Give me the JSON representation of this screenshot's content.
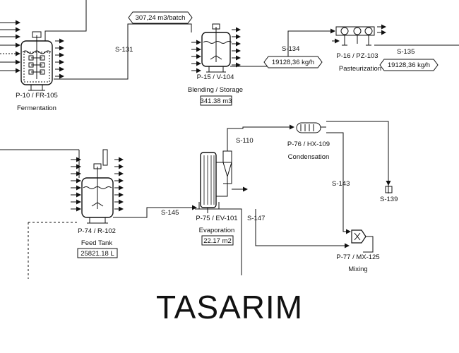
{
  "title": "TASARIM",
  "units": [
    {
      "id": "fr105",
      "label": "P-10 / FR-105",
      "name": "Fermentation"
    },
    {
      "id": "v104",
      "label": "P-15 / V-104",
      "name": "Blending / Storage",
      "size": "341.38 m3"
    },
    {
      "id": "pz103",
      "label": "P-16 / PZ-103",
      "name": "Pasteurization"
    },
    {
      "id": "r102",
      "label": "P-74 / R-102",
      "name": "Feed Tank",
      "size": "25821.18 L"
    },
    {
      "id": "ev101",
      "label": "P-75 / EV-101",
      "name": "Evaporation",
      "size": "22.17 m2"
    },
    {
      "id": "hx109",
      "label": "P-76 / HX-109",
      "name": "Condensation"
    },
    {
      "id": "mx125",
      "label": "P-77 / MX-125",
      "name": "Mixing"
    }
  ],
  "streams": {
    "s131": "S-131",
    "s134": "S-134",
    "s135": "S-135",
    "s110": "S-110",
    "s143": "S-143",
    "s139": "S-139",
    "s145": "S-145",
    "s147": "S-147"
  },
  "tags": {
    "batch_volume": "307,24 m3/batch",
    "flow_s134": "19128,36 kg/h",
    "flow_s135": "19128,36 kg/h"
  }
}
